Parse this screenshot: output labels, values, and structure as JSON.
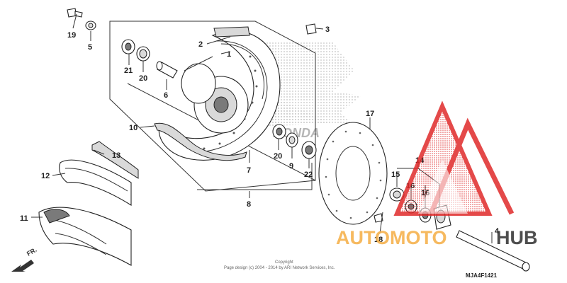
{
  "diagram": {
    "callouts": [
      "1",
      "2",
      "3",
      "4",
      "5",
      "6",
      "7",
      "8",
      "9",
      "10",
      "11",
      "12",
      "13",
      "14",
      "15",
      "16",
      "16",
      "17",
      "18",
      "19",
      "20",
      "20",
      "21",
      "22"
    ],
    "arrow_label": "FR.",
    "copyright_line1": "Copyright",
    "copyright_line2": "Page design (c) 2004 - 2014 by ARI Network Services, Inc.",
    "figure_code": "MJA4F1421",
    "brand_text": "HONDA"
  },
  "watermark": {
    "part1": "AUTOMOTO",
    "part2": "HUB",
    "colors": {
      "triangle": "#e02a2a",
      "auto": "#f6b24e",
      "hub": "#2f2f2f"
    }
  }
}
